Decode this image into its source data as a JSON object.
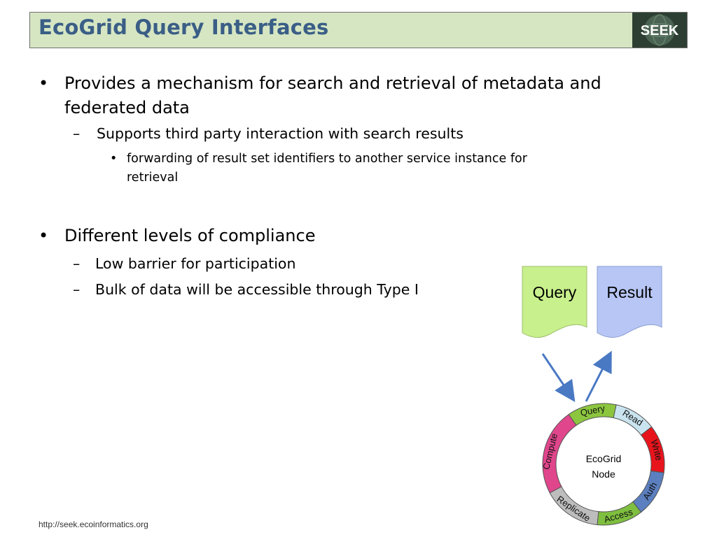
{
  "slide": {
    "title": "EcoGrid Query Interfaces",
    "logo_text": "SEEK",
    "footer": "http://seek.ecoinformatics.org"
  },
  "bullets": {
    "b1": "Provides a mechanism for search and retrieval of metadata and federated data",
    "b1_line1": "Provides a mechanism for search and retrieval of metadata and",
    "b1_line2": "federated data",
    "b1_sub1": "Supports third party interaction with search results",
    "b1_sub1_sub1_line1": "forwarding of result set identifiers to another service instance for",
    "b1_sub1_sub1_line2": "retrieval",
    "b2": "Different levels of compliance",
    "b2_sub1": "Low barrier for participation",
    "b2_sub2": "Bulk of data will be accessible through Type I"
  },
  "diagram": {
    "query_doc_label": "Query",
    "result_doc_label": "Result",
    "node_label_line1": "EcoGrid",
    "node_label_line2": "Node",
    "ring_segments": [
      {
        "label": "Query",
        "color": "#8cc63f"
      },
      {
        "label": "Read",
        "color": "#c9e4ef"
      },
      {
        "label": "Write",
        "color": "#e8141c"
      },
      {
        "label": "Auth",
        "color": "#5b7fbf"
      },
      {
        "label": "Access",
        "color": "#7fbf3f"
      },
      {
        "label": "Replicate",
        "color": "#bdbdbd"
      },
      {
        "label": "Compute",
        "color": "#e0468c"
      }
    ],
    "query_doc_color": "#c8f08c",
    "result_doc_color": "#b7c6f5",
    "arrow_color": "#4a79c4"
  }
}
